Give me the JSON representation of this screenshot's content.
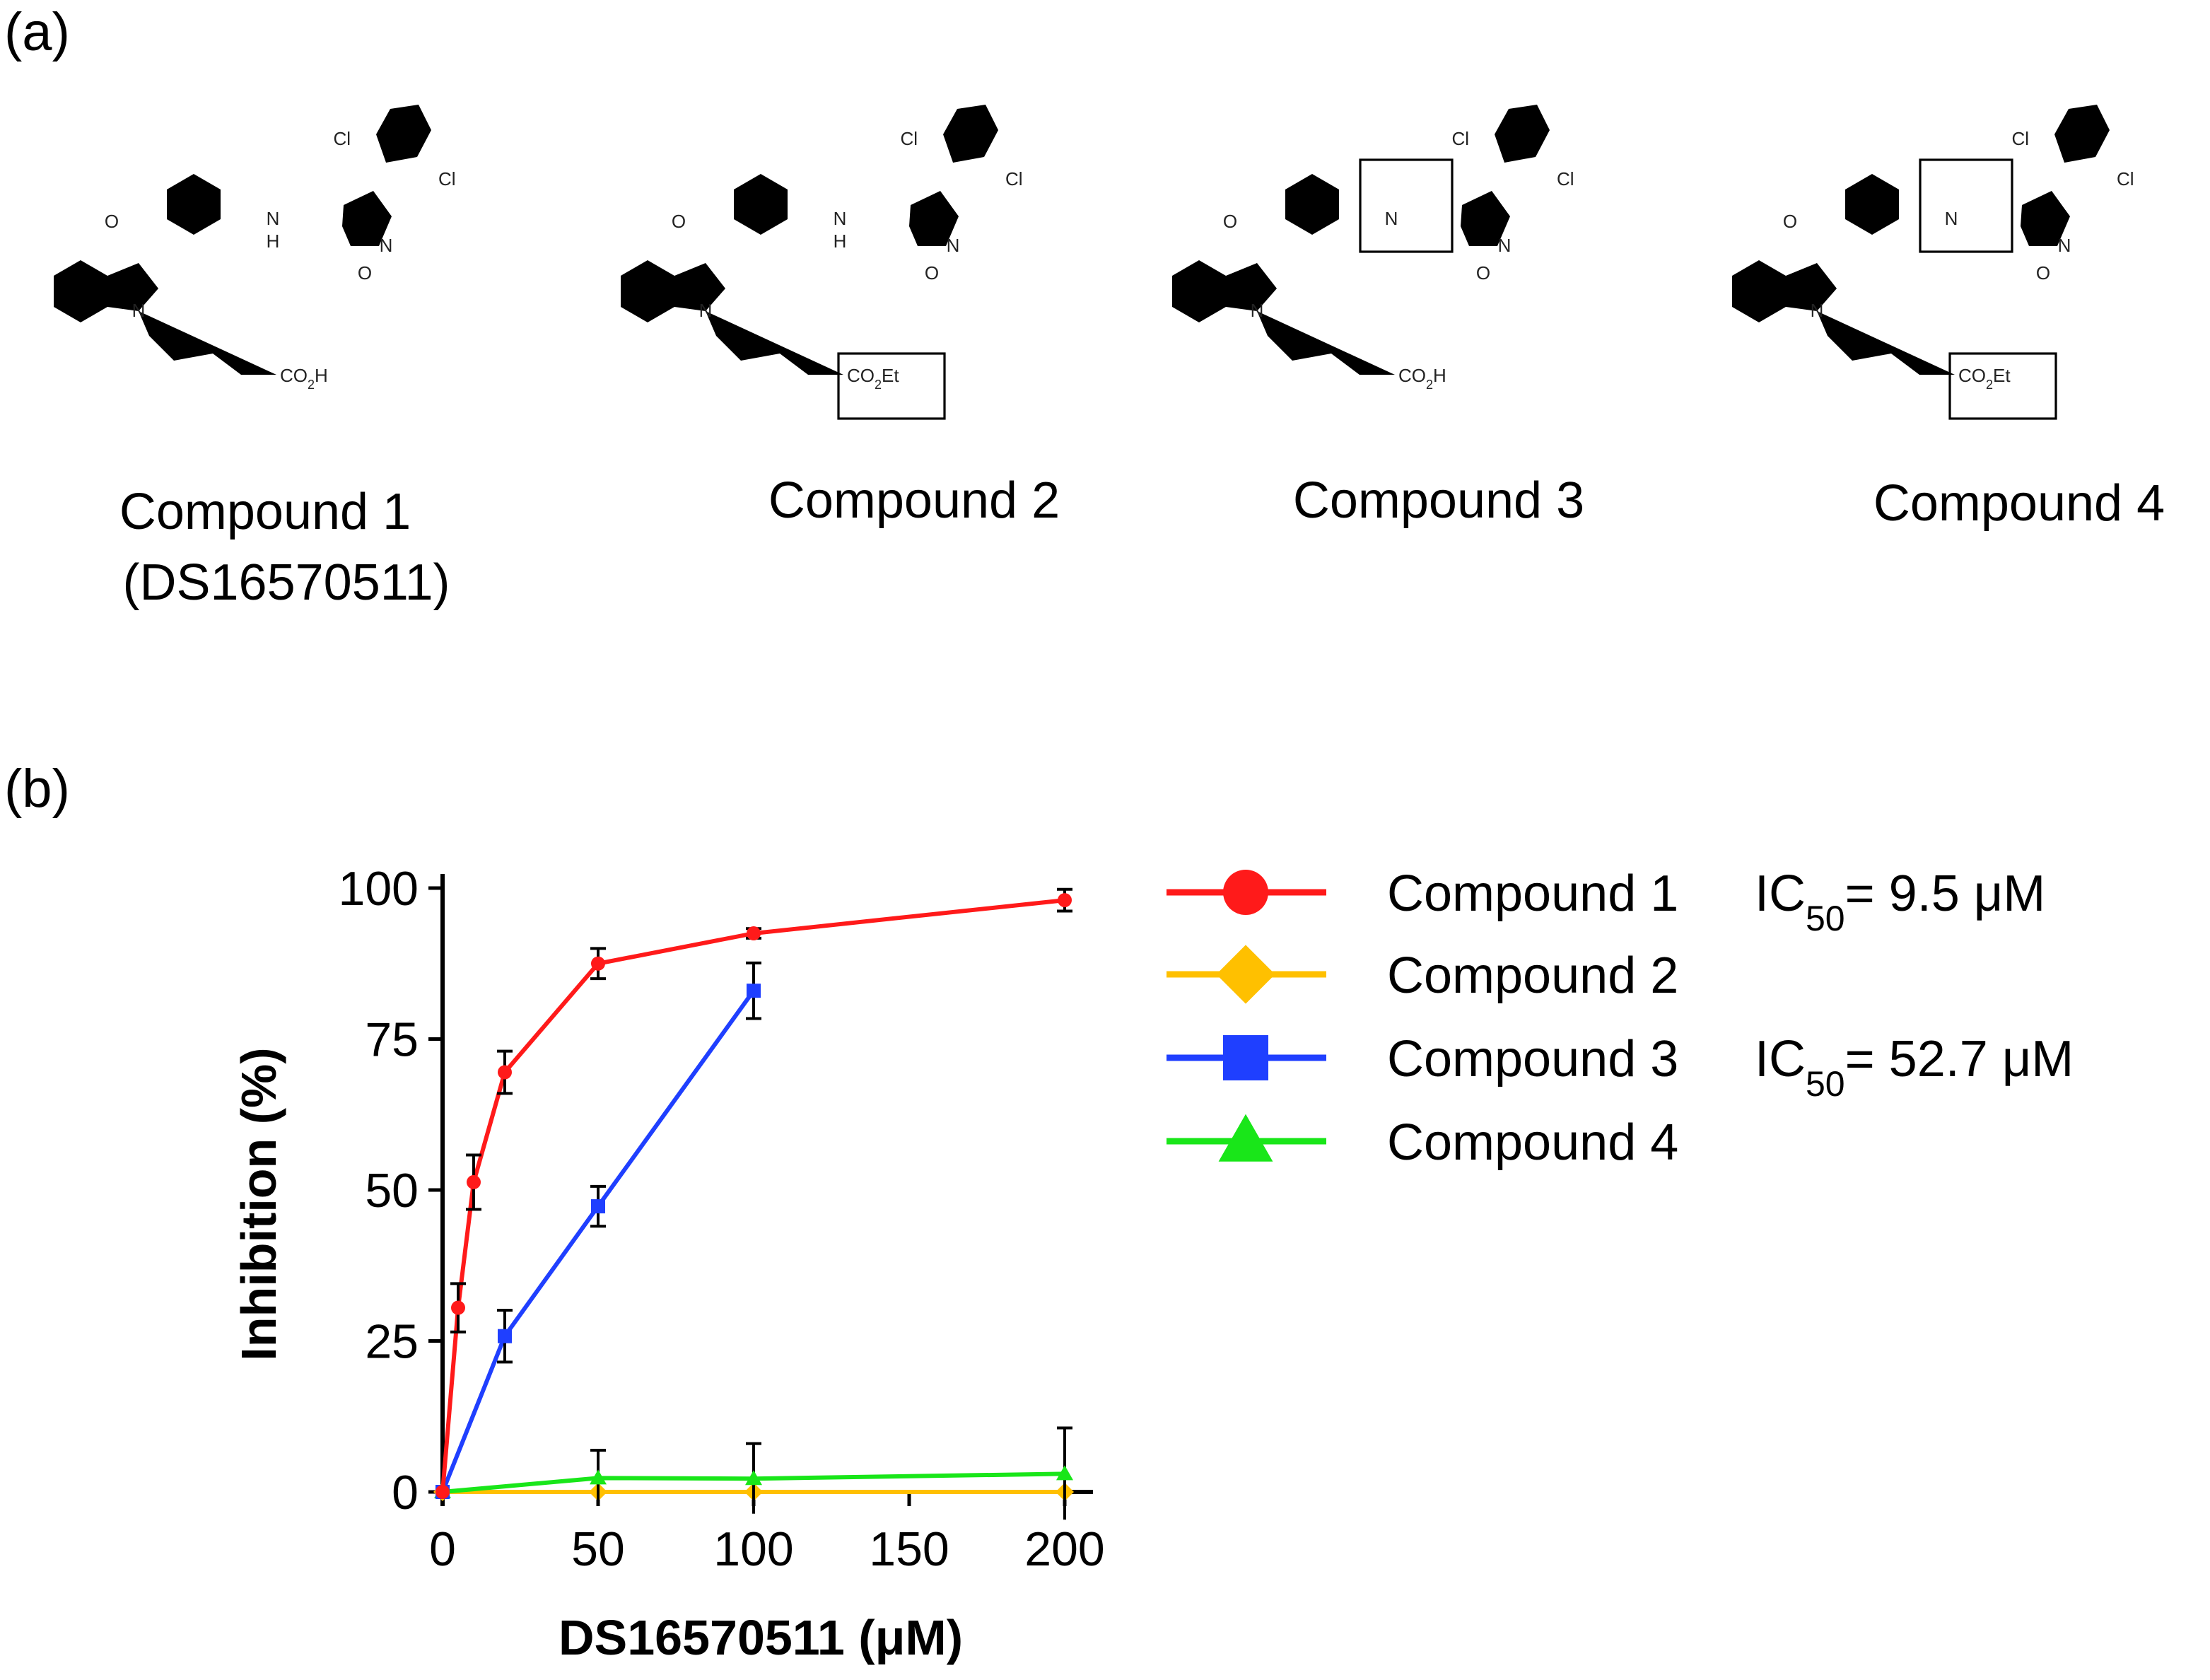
{
  "panel_labels": {
    "a": "(a)",
    "b": "(b)"
  },
  "compounds": [
    {
      "name": "Compound 1",
      "alias": "(DS16570511)",
      "acid_group": "CO₂H",
      "acid_main": "CO",
      "acid_sub": "2",
      "acid_tail": "H",
      "boxed_linker": false,
      "boxed_acid": false
    },
    {
      "name": "Compound 2",
      "alias": "",
      "acid_group": "CO₂Et",
      "acid_main": "CO",
      "acid_sub": "2",
      "acid_tail": "Et",
      "boxed_linker": false,
      "boxed_acid": true
    },
    {
      "name": "Compound 3",
      "alias": "",
      "acid_group": "CO₂H",
      "acid_main": "CO",
      "acid_sub": "2",
      "acid_tail": "H",
      "boxed_linker": true,
      "boxed_acid": false
    },
    {
      "name": "Compound 4",
      "alias": "",
      "acid_group": "CO₂Et",
      "acid_main": "CO",
      "acid_sub": "2",
      "acid_tail": "Et",
      "boxed_linker": true,
      "boxed_acid": true
    }
  ],
  "atom_labels": {
    "chlorine": "Cl",
    "nitrogen": "N",
    "oxygen": "O",
    "amine": "NH",
    "amine_n": "N",
    "amine_h": "H",
    "carbonyl_o": "O"
  },
  "chart_data": {
    "type": "line",
    "xlabel": "DS16570511 (μM)",
    "ylabel": "Inhibition (%)",
    "xlim": [
      0,
      200
    ],
    "ylim": [
      0,
      100
    ],
    "xticks": [
      0,
      50,
      100,
      150,
      200
    ],
    "yticks": [
      0,
      25,
      50,
      75,
      100
    ],
    "legend_position": "right",
    "series": [
      {
        "name": "Compound 1",
        "ic50_label": "IC",
        "ic50_sub": "50",
        "ic50_value": "= 9.5 μM",
        "color": "#ff1a1a",
        "marker": "circle",
        "x": [
          0,
          5,
          10,
          20,
          50,
          100,
          200
        ],
        "y": [
          0,
          30.5,
          51.3,
          69.5,
          87.5,
          92.5,
          98
        ],
        "err": [
          0,
          4,
          4.5,
          3.5,
          2.5,
          0.8,
          1.8
        ]
      },
      {
        "name": "Compound 2",
        "ic50_label": "",
        "ic50_sub": "",
        "ic50_value": "",
        "color": "#ffc000",
        "marker": "diamond",
        "x": [
          0,
          50,
          100,
          200
        ],
        "y": [
          0,
          0,
          0,
          0
        ],
        "err": [
          0,
          0,
          0,
          0
        ]
      },
      {
        "name": "Compound 3",
        "ic50_label": "IC",
        "ic50_sub": "50",
        "ic50_value": "= 52.7 μM",
        "color": "#1f3fff",
        "marker": "square",
        "x": [
          0,
          20,
          50,
          100
        ],
        "y": [
          0,
          25.8,
          47.3,
          83
        ],
        "err": [
          0,
          4.3,
          3.3,
          4.6
        ]
      },
      {
        "name": "Compound 4",
        "ic50_label": "",
        "ic50_sub": "",
        "ic50_value": "",
        "color": "#19e619",
        "marker": "triangle",
        "x": [
          0,
          50,
          100,
          200
        ],
        "y": [
          0,
          2.3,
          2.2,
          3.0
        ],
        "err": [
          0,
          4.6,
          5.8,
          7.6
        ]
      }
    ]
  }
}
